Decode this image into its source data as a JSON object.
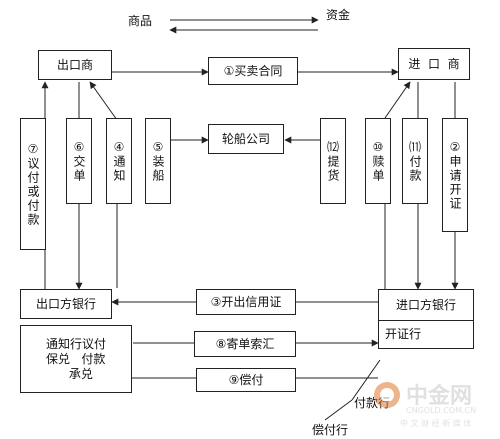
{
  "legend": {
    "goods": "商品",
    "funds": "资金"
  },
  "boxes": {
    "exporter": "出口商",
    "importer": "进  口  商",
    "contract": "①买卖合同",
    "shipping_company": "轮船公司",
    "exporter_bank": "出口方银行",
    "open_lc": "③开出信用证",
    "importer_bank": "进口方银行",
    "issuing_bank": "开证行",
    "negotiating_bank": "通知行议付\n保兑   付款\n      承兑",
    "mail_docs": "⑧寄单索汇",
    "reimburse": "⑨偿付"
  },
  "vertical_steps": [
    {
      "num": "⑦",
      "text": "议付或付款"
    },
    {
      "num": "⑥",
      "text": "交单"
    },
    {
      "num": "④",
      "text": "通知"
    },
    {
      "num": "⑤",
      "text": "装船"
    },
    {
      "num": "⑿",
      "text": "提货"
    },
    {
      "num": "⑩",
      "text": "赎单"
    },
    {
      "num": "⑾",
      "text": "付款"
    },
    {
      "num": "②",
      "text": "申请开证"
    }
  ],
  "bank_labels": {
    "paying_bank": "付款行",
    "reimbursing_bank": "偿付行"
  },
  "watermark": {
    "logo": "中金网",
    "domain": "CNGOLD.COM.CN",
    "tagline": "中 文 财 经 新 媒 体"
  }
}
